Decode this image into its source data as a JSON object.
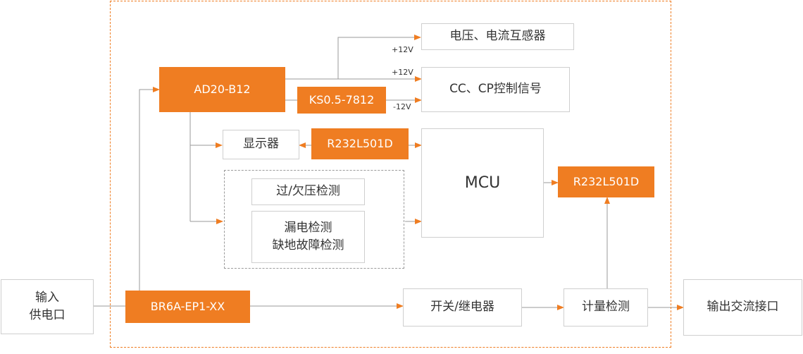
{
  "input": {
    "line1": "输入",
    "line2": "供电口"
  },
  "br6a": "BR6A-EP1-XX",
  "ad20": "AD20-B12",
  "ks05": "KS0.5-7812",
  "sensor": "电压、电流互感器",
  "cc_cp": "CC、CP控制信号",
  "display": "显示器",
  "r232_left": "R232L501D",
  "r232_right": "R232L501D",
  "mcu": "MCU",
  "detect_over": "过/欠压检测",
  "detect_leak": {
    "line1": "漏电检测",
    "line2": "缺地故障检测"
  },
  "switch": "开关/继电器",
  "metering": "计量检测",
  "output": "输出交流接口",
  "volt": {
    "sensor_plus12": "+12V",
    "cc_plus12": "+12V",
    "cc_minus12": "-12V"
  },
  "colors": {
    "accent": "#ef7d22",
    "line": "#9a9a9a",
    "box_border": "#cfcfcf"
  }
}
